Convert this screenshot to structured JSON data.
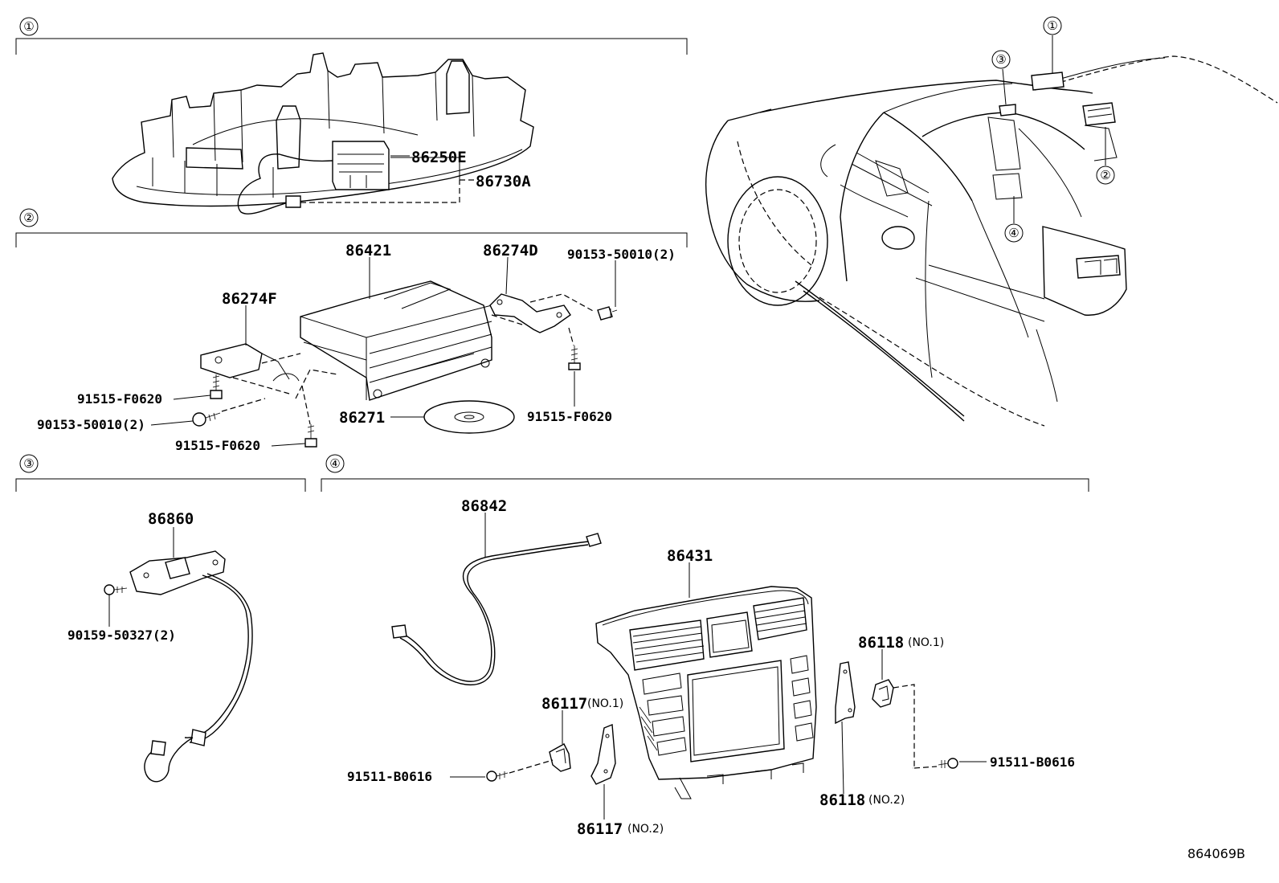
{
  "sections": [
    {
      "id": "1",
      "label": "①"
    },
    {
      "id": "2",
      "label": "②"
    },
    {
      "id": "3",
      "label": "③"
    },
    {
      "id": "4",
      "label": "④"
    }
  ],
  "car_callouts": [
    "①",
    "③",
    "②",
    "④"
  ],
  "parts": {
    "p86250E": "86250E",
    "p86730A": "86730A",
    "p86421": "86421",
    "p86274D": "86274D",
    "p86274F": "86274F",
    "p90153_top": "90153-50010(2)",
    "p91515_left1": "91515-F0620",
    "p90153_left": "90153-50010(2)",
    "p91515_left2": "91515-F0620",
    "p86271": "86271",
    "p91515_right": "91515-F0620",
    "p86860": "86860",
    "p90159": "90159-50327(2)",
    "p86842": "86842",
    "p86431": "86431",
    "p86118a": "86118",
    "p86118a_q": "(NO.1)",
    "p86117a": "86117",
    "p86117a_q": "(NO.1)",
    "p91511_left": "91511-B0616",
    "p91511_right": "91511-B0616",
    "p86118b": "86118",
    "p86118b_q": "(NO.2)",
    "p86117b": "86117",
    "p86117b_q": "(NO.2)"
  },
  "diagram_code": "864069B"
}
